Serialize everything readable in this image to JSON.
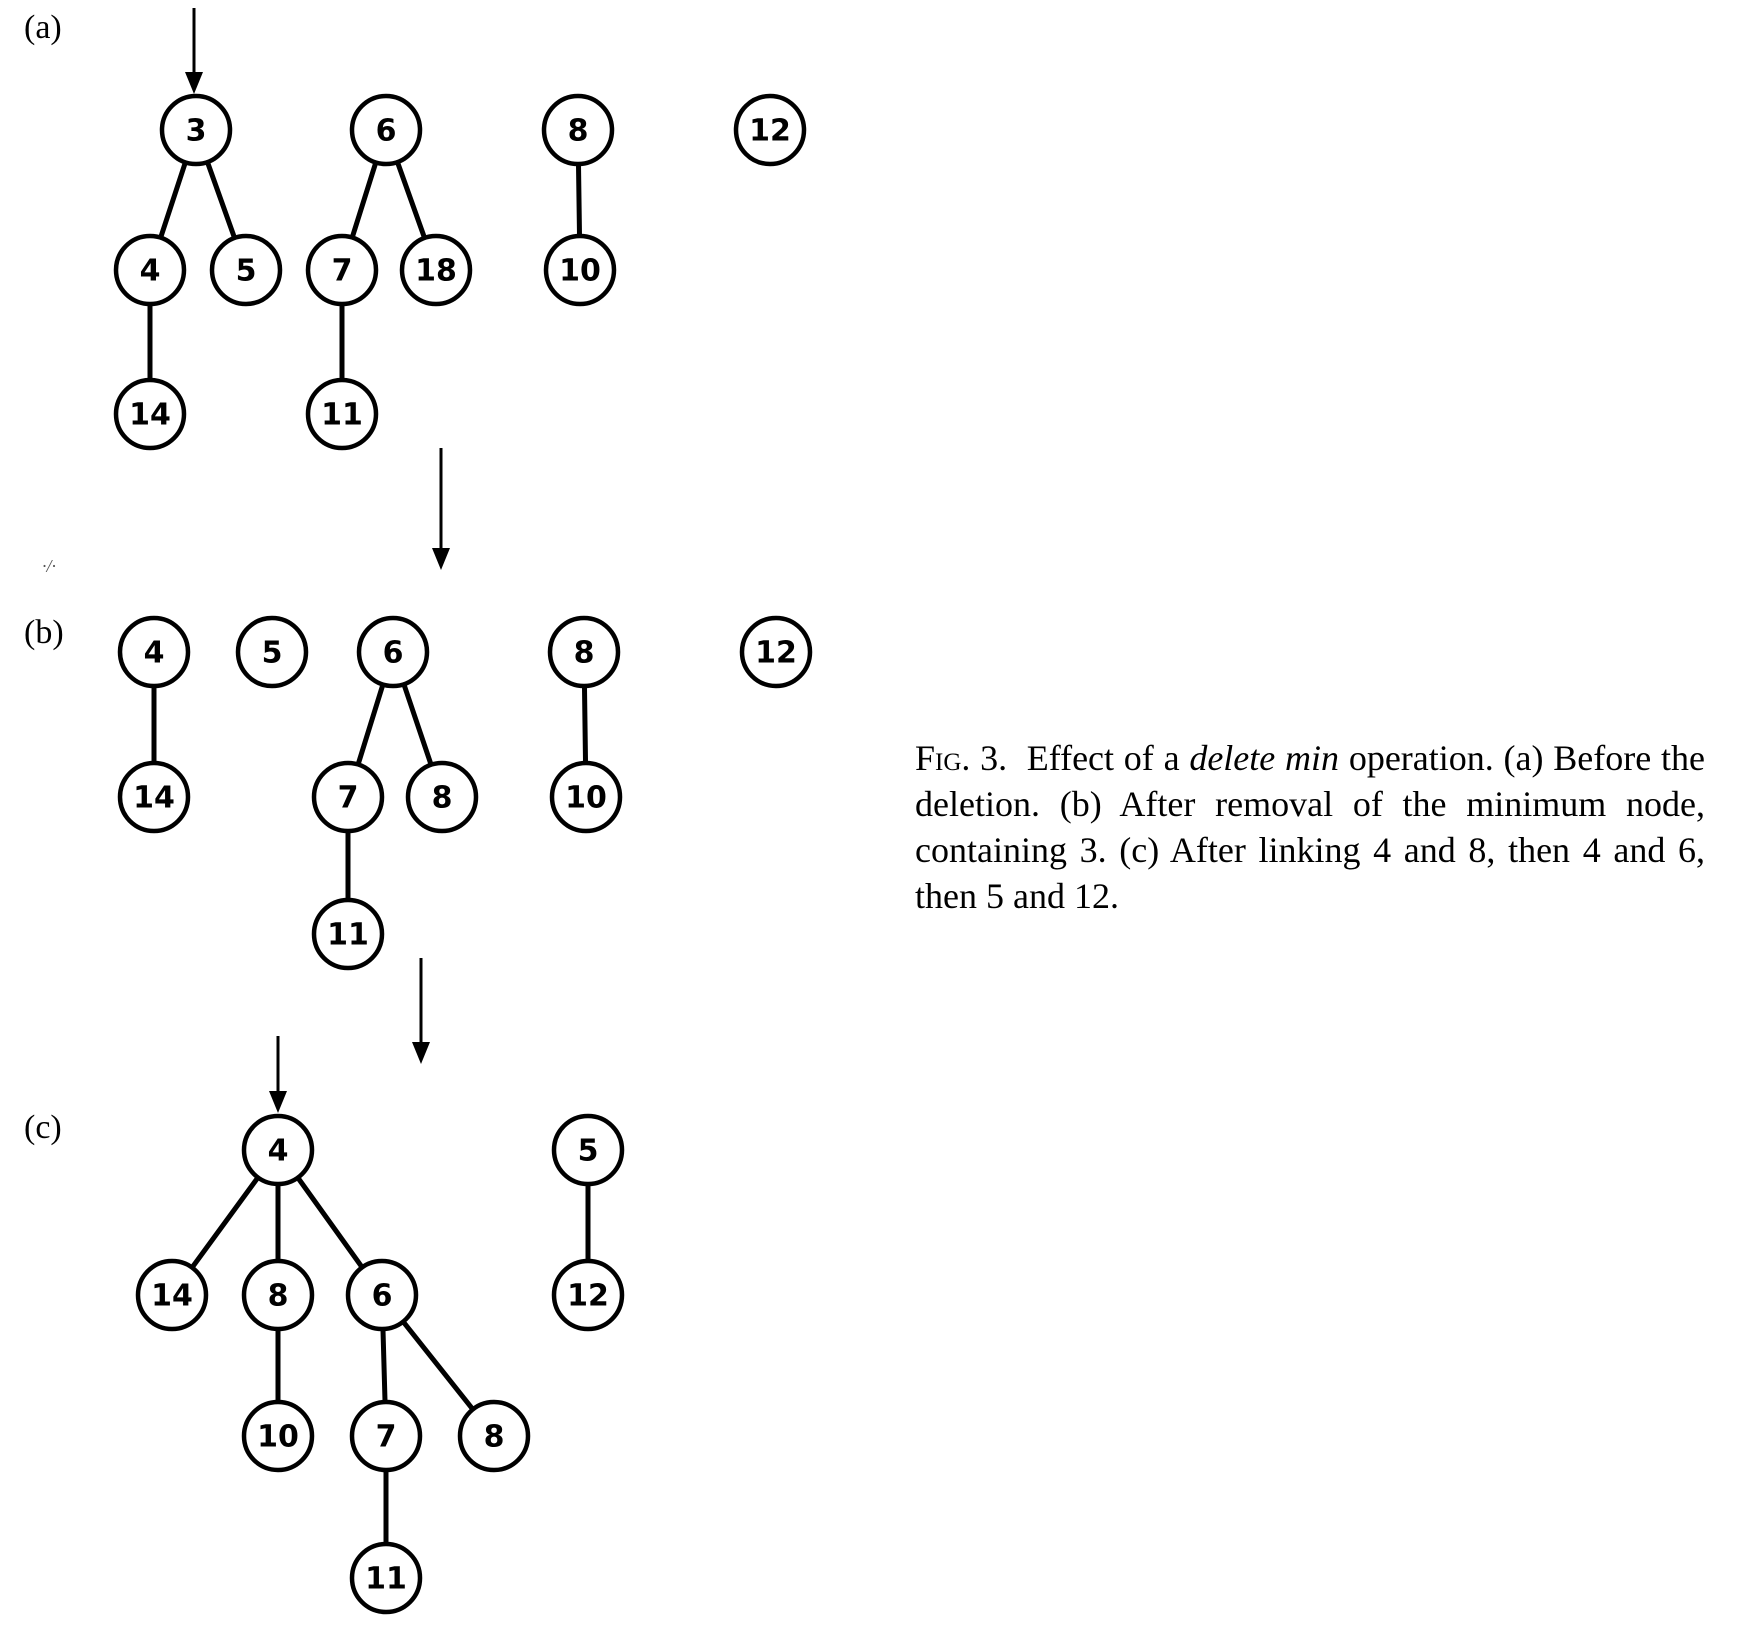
{
  "panels": [
    {
      "id": "a",
      "label": "(a)",
      "trees": [
        {
          "key": "3",
          "children": [
            {
              "key": "4",
              "children": [
                {
                  "key": "14"
                }
              ]
            },
            {
              "key": "5"
            }
          ]
        },
        {
          "key": "6",
          "children": [
            {
              "key": "7",
              "children": [
                {
                  "key": "11"
                }
              ]
            },
            {
              "key": "18"
            }
          ]
        },
        {
          "key": "8",
          "children": [
            {
              "key": "10"
            }
          ]
        },
        {
          "key": "12"
        }
      ],
      "min_pointer": "3"
    },
    {
      "id": "b",
      "label": "(b)",
      "trees": [
        {
          "key": "4",
          "children": [
            {
              "key": "14"
            }
          ]
        },
        {
          "key": "5"
        },
        {
          "key": "6",
          "children": [
            {
              "key": "7",
              "children": [
                {
                  "key": "11"
                }
              ]
            },
            {
              "key": "8"
            }
          ]
        },
        {
          "key": "8",
          "children": [
            {
              "key": "10"
            }
          ]
        },
        {
          "key": "12"
        }
      ]
    },
    {
      "id": "c",
      "label": "(c)",
      "trees": [
        {
          "key": "4",
          "children": [
            {
              "key": "14"
            },
            {
              "key": "8",
              "children": [
                {
                  "key": "10"
                }
              ]
            },
            {
              "key": "6",
              "children": [
                {
                  "key": "7",
                  "children": [
                    {
                      "key": "11"
                    }
                  ]
                },
                {
                  "key": "8"
                }
              ]
            }
          ]
        },
        {
          "key": "5",
          "children": [
            {
              "key": "12"
            }
          ]
        }
      ],
      "min_pointer": "4"
    }
  ],
  "caption": {
    "fig_label": "Fig. 3.",
    "text_before": "Effect of a ",
    "emphasis": "delete min",
    "text_after": " operation. (a) Before the deletion. (b) After removal of the minimum node, containing 3. (c) After linking 4 and 8, then 4 and 6, then 5 and 12."
  }
}
